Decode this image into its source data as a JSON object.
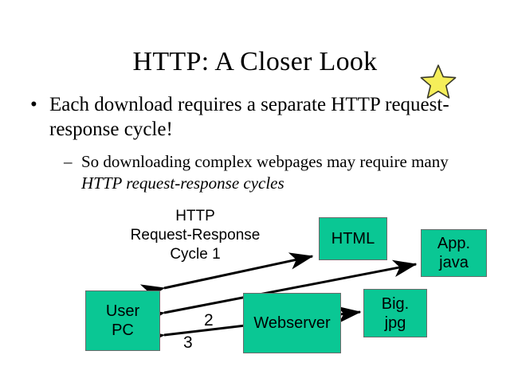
{
  "slide": {
    "title": "HTTP: A Closer Look",
    "background_color": "#ffffff",
    "accent_color": "#0ac794",
    "star_color": "#f5ee5a"
  },
  "bullets": [
    {
      "level": 1,
      "marker": "•",
      "text": "Each download requires a separate HTTP request-response cycle!"
    },
    {
      "level": 2,
      "marker": "–",
      "text_plain": "So downloading complex webpages may require many ",
      "text_italic": "HTTP request-response cycles"
    }
  ],
  "diagram": {
    "cycle_label": "HTTP\nRequest-Response\nCycle 1",
    "nodes": [
      {
        "id": "html",
        "label": "HTML"
      },
      {
        "id": "appjava",
        "label": "App.\njava"
      },
      {
        "id": "userpc",
        "label": "User\nPC"
      },
      {
        "id": "webserver",
        "label": "Webserver"
      },
      {
        "id": "bigjpg",
        "label": "Big.\njpg"
      }
    ],
    "arrow_labels": [
      {
        "id": "arrow-2",
        "label": "2"
      },
      {
        "id": "arrow-3",
        "label": "3"
      }
    ]
  }
}
